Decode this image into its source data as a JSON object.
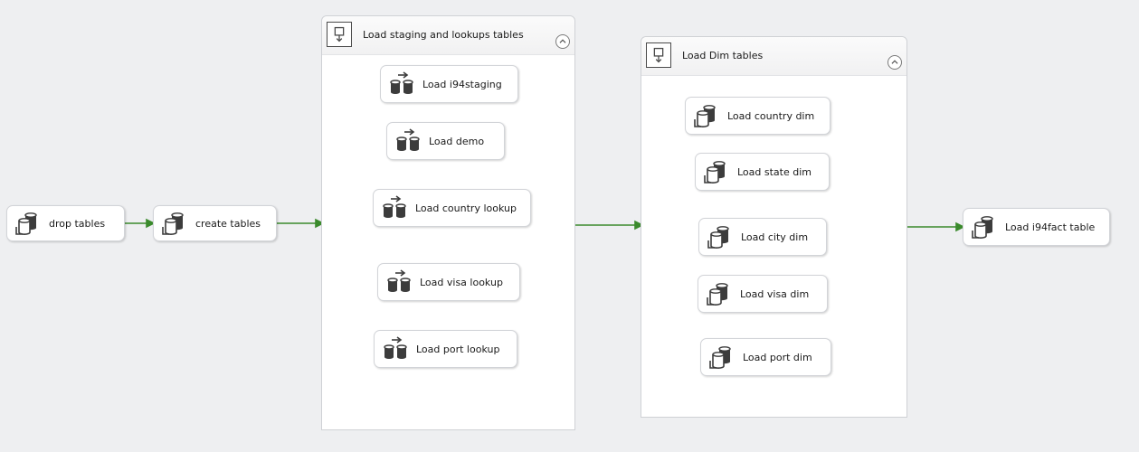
{
  "colors": {
    "background": "#eeeff1",
    "connector": "#3a8a2c",
    "icon": "#3c3c3c"
  },
  "tasks": {
    "drop_tables": {
      "label": "drop tables",
      "icon": "execute-sql-icon"
    },
    "create_tables": {
      "label": "create tables",
      "icon": "execute-sql-icon"
    }
  },
  "staging_container": {
    "title": "Load staging and lookups tables",
    "icon": "sequence-container-icon",
    "tasks": [
      {
        "label": "Load i94staging",
        "icon": "data-flow-icon"
      },
      {
        "label": "Load demo",
        "icon": "data-flow-icon"
      },
      {
        "label": "Load country lookup",
        "icon": "data-flow-icon"
      },
      {
        "label": "Load visa lookup",
        "icon": "data-flow-icon"
      },
      {
        "label": "Load port lookup",
        "icon": "data-flow-icon"
      }
    ]
  },
  "dim_container": {
    "title": "Load Dim tables",
    "icon": "sequence-container-icon",
    "tasks": [
      {
        "label": "Load country dim",
        "icon": "execute-sql-icon"
      },
      {
        "label": "Load state dim",
        "icon": "execute-sql-icon"
      },
      {
        "label": "Load city dim",
        "icon": "execute-sql-icon"
      },
      {
        "label": "Load visa dim",
        "icon": "execute-sql-icon"
      },
      {
        "label": "Load port dim",
        "icon": "execute-sql-icon"
      }
    ]
  },
  "fact_task": {
    "label": "Load i94fact table",
    "icon": "execute-sql-icon"
  }
}
